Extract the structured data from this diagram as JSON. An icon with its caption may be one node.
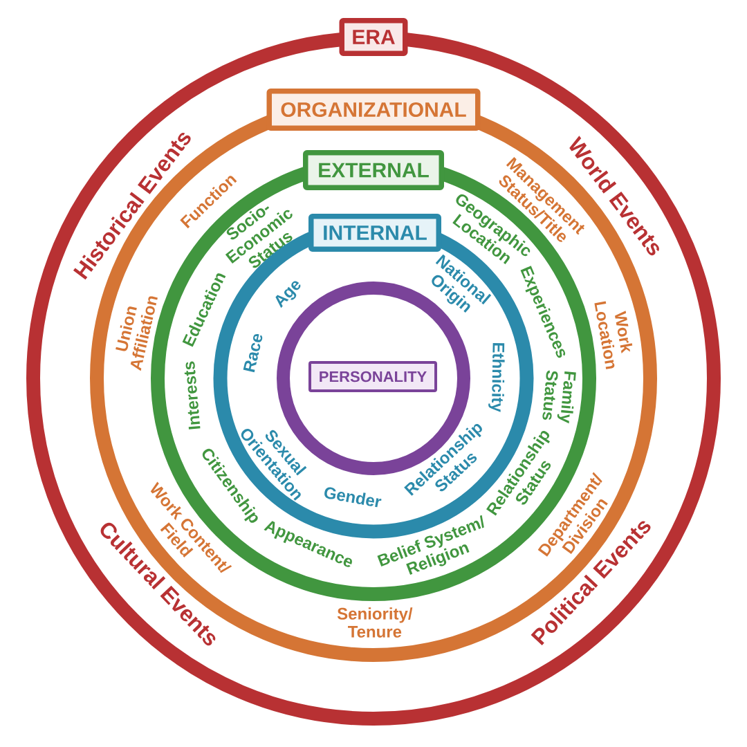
{
  "diagram": {
    "nodes": [
      {
        "text": [
          "ERA",
          "Historical Events",
          "World Events",
          "Cultural Events",
          "Political Events"
        ]
      },
      {
        "text": [
          "ORGANIZATIONAL",
          "Function",
          "Management Status/Title",
          "Union Affiliation",
          "Work Location",
          "Work Content/ Field",
          "Department/ Division",
          "Seniority/ Tenure"
        ],
        "in": 0
      },
      {
        "text": [
          "EXTERNAL",
          "Socio- Economic Status",
          "Geographic Location",
          "Education",
          "Experiences",
          "Interests",
          "Family Status",
          "Citizenship",
          "Relationship Status",
          "Appearance",
          "Belief System/ Religion"
        ],
        "in": 1
      },
      {
        "text": [
          "INTERNAL",
          "Age",
          "National Origin",
          "Race",
          "Ethnicity",
          "Sexual Orientation",
          "Relationship Status",
          "Gender"
        ],
        "in": 2
      },
      {
        "text": [
          "PERSONALITY"
        ],
        "in": 3
      }
    ]
  }
}
